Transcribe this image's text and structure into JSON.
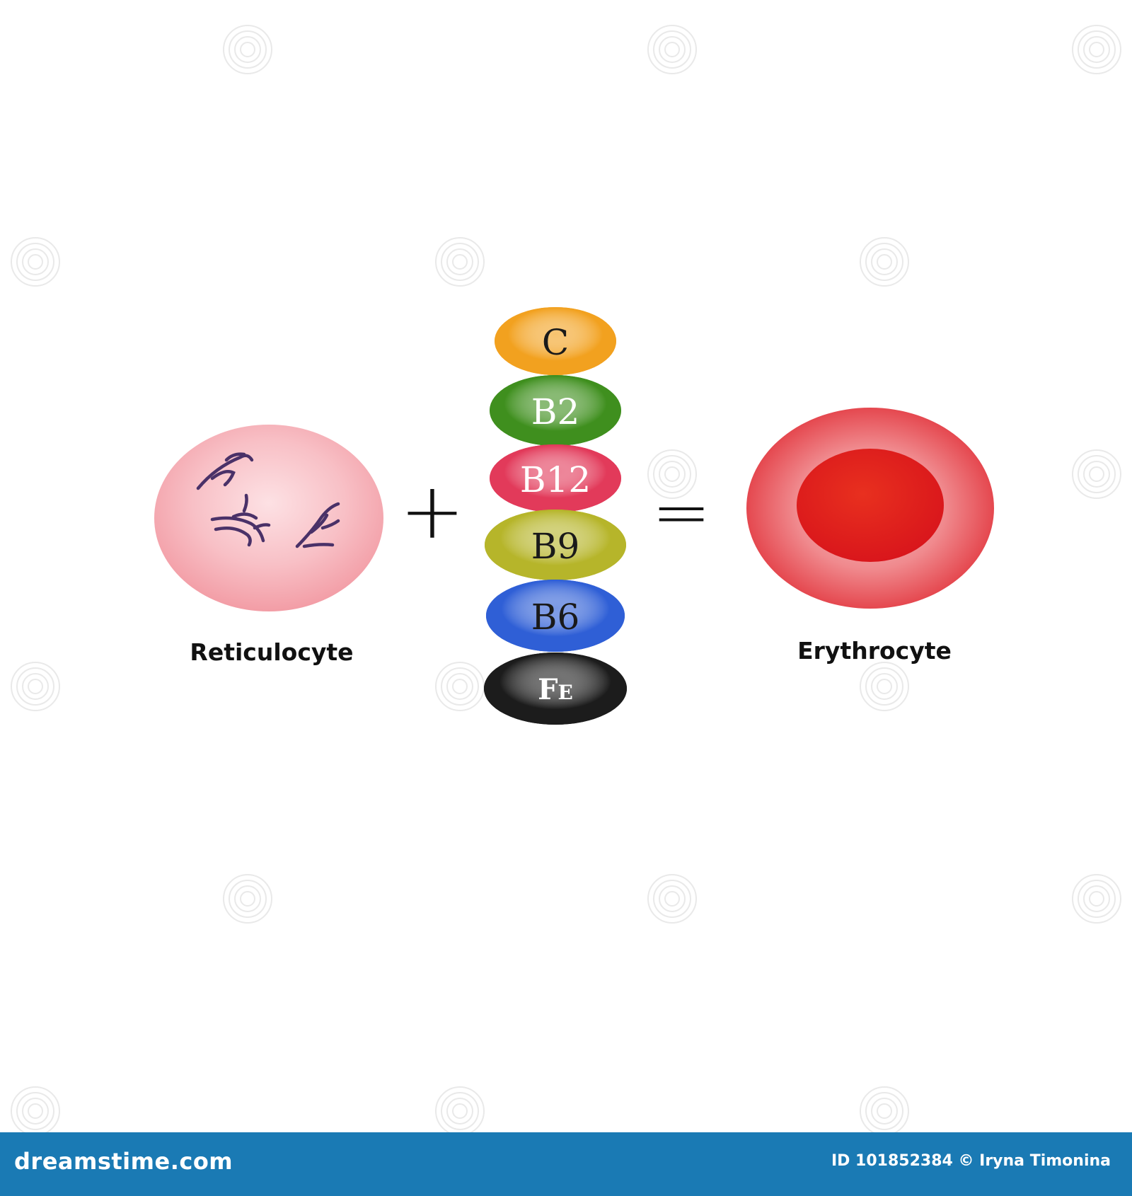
{
  "cells": {
    "reticulocyte_label": "Reticulocyte",
    "erythrocyte_label": "Erythrocyte"
  },
  "operators": {
    "plus": "+",
    "equals": "="
  },
  "vitamins": [
    {
      "label": "C",
      "fill": "#f2a11f",
      "text_color": "#1a1a1a"
    },
    {
      "label": "B2",
      "fill": "#3f8f1e",
      "text_color": "#ffffff"
    },
    {
      "label": "B12",
      "fill": "#e23a5a",
      "text_color": "#ffffff"
    },
    {
      "label": "B9",
      "fill": "#b6b52a",
      "text_color": "#1a1a1a"
    },
    {
      "label": "B6",
      "fill": "#2f5fd6",
      "text_color": "#1a1a1a"
    },
    {
      "label": "Fe",
      "fill": "#1c1c1c",
      "text_color": "#ffffff"
    }
  ],
  "colors": {
    "reticulocyte": "#f6a6ad",
    "erythrocyte_rim": "#ea4a52",
    "erythrocyte_center": "#e01a1a",
    "inclusions": "#4a3168",
    "footer": "#1a7ab4"
  },
  "footer": {
    "brand": "dreamstime.com",
    "credit": "ID 101852384 © Iryna Timonina"
  }
}
